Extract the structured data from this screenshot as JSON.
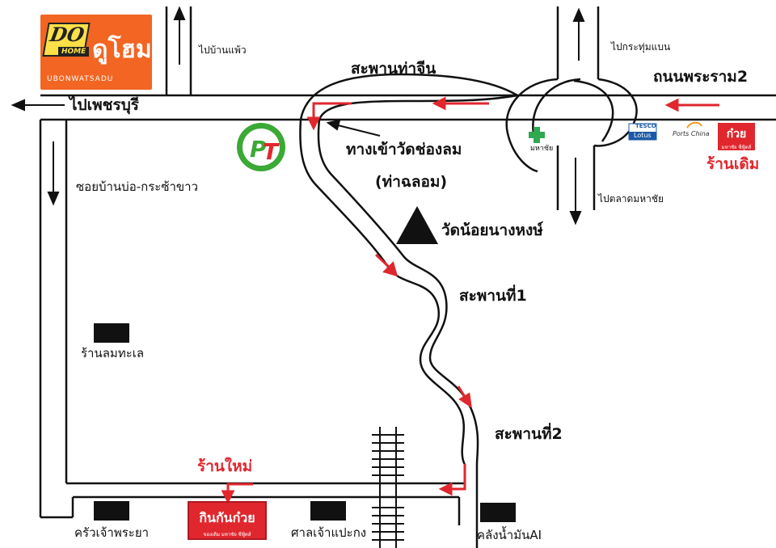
{
  "labels": {
    "to_ban_phaeo": "ไปบ้านแพ้ว",
    "tha_chin_bridge": "สะพานท่าจีน",
    "to_krathum_baen": "ไปกระทุ่มแบน",
    "rama2_road": "ถนนพระราม2",
    "to_phetchaburi": "ไปเพชรบุรี",
    "wat_entrance_line1": "ทางเข้าวัดช่องลม",
    "wat_entrance_line2": "(ท่าฉลอม)",
    "soi_ban_bo": "ซอยบ้านบ่อ-กระซ้าขาว",
    "to_mahachai_market": "ไปตลาดมหาชัย",
    "wat_noi": "วัดน้อยนางหงษ์",
    "bridge1": "สะพานที่1",
    "bridge2": "สะพานที่2",
    "seafood_shop": "ร้านลมทะเล",
    "old_shop": "ร้านเดิม",
    "new_shop": "ร้านใหม่",
    "kitchen": "ครัวเจ้าพระยา",
    "shrine": "ศาลเจ้าแปะกง",
    "oil_depot": "คลังน้ำมันAI",
    "mahachai_hospital": "มหาชัย"
  },
  "logos": {
    "dohome_do": "DO",
    "dohome_home": "HOME",
    "dohome_thai": "ดูโฮม",
    "dohome_sub": "UBONWATSADU",
    "pt": "PT",
    "tesco_top": "TESCO",
    "tesco_bottom": "Lotus",
    "ports": "Ports China",
    "old_shop_logo": "ก๋วย",
    "old_shop_logo_sub": "มหาชัย ซีฟู้ดส์",
    "new_shop_logo": "กินกันก๋วย",
    "new_shop_logo_sub": "ของเดิม มหาชัย ซีฟู้ดส์"
  },
  "colors": {
    "road": "#111111",
    "arrow_red": "#e0272e",
    "pt_green": "#3aa935",
    "pt_red": "#e0272e",
    "hospital_green": "#2fa84f",
    "dohome_orange": "#f26522"
  }
}
